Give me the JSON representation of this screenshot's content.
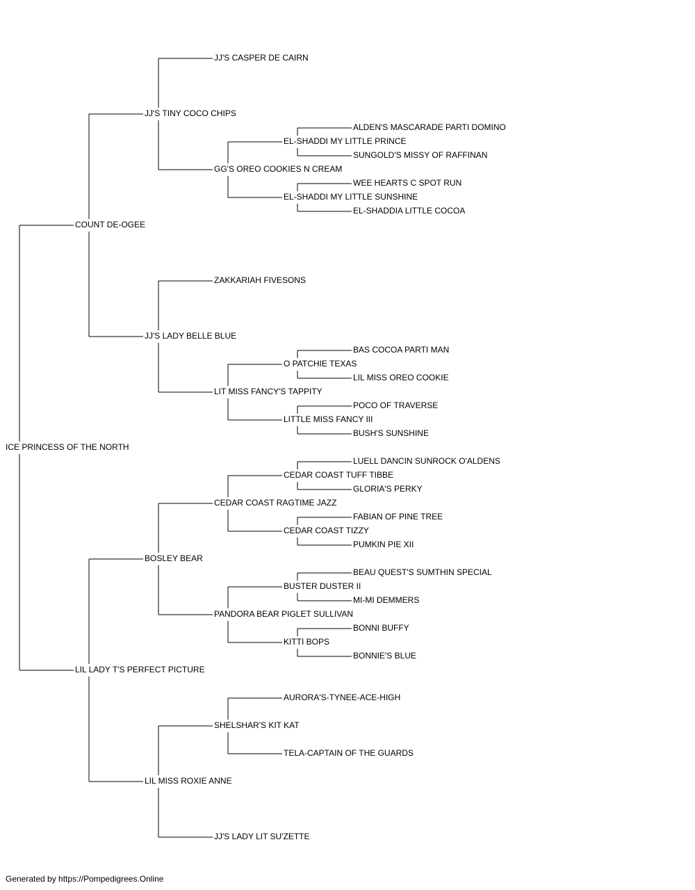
{
  "tree": {
    "name": "ICE PRINCESS OF THE NORTH",
    "children": [
      {
        "name": "COUNT DE-OGEE",
        "children": [
          {
            "name": "JJ'S TINY COCO CHIPS",
            "children": [
              {
                "name": "JJ'S CASPER DE CAIRN"
              },
              {
                "name": "GG'S OREO COOKIES N CREAM",
                "children": [
                  {
                    "name": "EL-SHADDI MY LITTLE PRINCE",
                    "children": [
                      {
                        "name": "ALDEN'S MASCARADE PARTI DOMINO"
                      },
                      {
                        "name": "SUNGOLD'S MISSY OF RAFFINAN"
                      }
                    ]
                  },
                  {
                    "name": "EL-SHADDI MY LITTLE SUNSHINE",
                    "children": [
                      {
                        "name": "WEE HEARTS C SPOT RUN"
                      },
                      {
                        "name": "EL-SHADDIA LITTLE COCOA"
                      }
                    ]
                  }
                ]
              }
            ]
          },
          {
            "name": "JJ'S LADY BELLE BLUE",
            "children": [
              {
                "name": "ZAKKARIAH FIVESONS"
              },
              {
                "name": "LIT MISS FANCY'S TAPPITY",
                "children": [
                  {
                    "name": "O PATCHIE TEXAS",
                    "children": [
                      {
                        "name": "BAS COCOA PARTI MAN"
                      },
                      {
                        "name": "LIL MISS OREO COOKIE"
                      }
                    ]
                  },
                  {
                    "name": "LITTLE MISS FANCY III",
                    "children": [
                      {
                        "name": "POCO OF TRAVERSE"
                      },
                      {
                        "name": "BUSH'S SUNSHINE"
                      }
                    ]
                  }
                ]
              }
            ]
          }
        ]
      },
      {
        "name": "LIL LADY T'S PERFECT PICTURE",
        "children": [
          {
            "name": "BOSLEY BEAR",
            "children": [
              {
                "name": "CEDAR COAST RAGTIME JAZZ",
                "children": [
                  {
                    "name": "CEDAR COAST TUFF TIBBE",
                    "children": [
                      {
                        "name": "LUELL DANCIN SUNROCK O'ALDENS"
                      },
                      {
                        "name": "GLORIA'S PERKY"
                      }
                    ]
                  },
                  {
                    "name": "CEDAR COAST TIZZY",
                    "children": [
                      {
                        "name": "FABIAN OF PINE TREE"
                      },
                      {
                        "name": "PUMKIN PIE XII"
                      }
                    ]
                  }
                ]
              },
              {
                "name": "PANDORA BEAR PIGLET SULLIVAN",
                "children": [
                  {
                    "name": "BUSTER DUSTER II",
                    "children": [
                      {
                        "name": "BEAU QUEST'S SUMTHIN SPECIAL"
                      },
                      {
                        "name": "MI-MI DEMMERS"
                      }
                    ]
                  },
                  {
                    "name": "KITTI BOPS",
                    "children": [
                      {
                        "name": "BONNI BUFFY"
                      },
                      {
                        "name": "BONNIE'S BLUE"
                      }
                    ]
                  }
                ]
              }
            ]
          },
          {
            "name": "LIL MISS ROXIE ANNE",
            "children": [
              {
                "name": "SHELSHAR'S KIT KAT",
                "children": [
                  {
                    "name": "AURORA'S-TYNEE-ACE-HIGH"
                  },
                  {
                    "name": "TELA-CAPTAIN OF THE GUARDS"
                  }
                ]
              },
              {
                "name": "JJ'S LADY LIT SU'ZETTE"
              }
            ]
          }
        ]
      }
    ]
  },
  "footer": {
    "text": "Generated by https://Pompedigrees.Online"
  }
}
